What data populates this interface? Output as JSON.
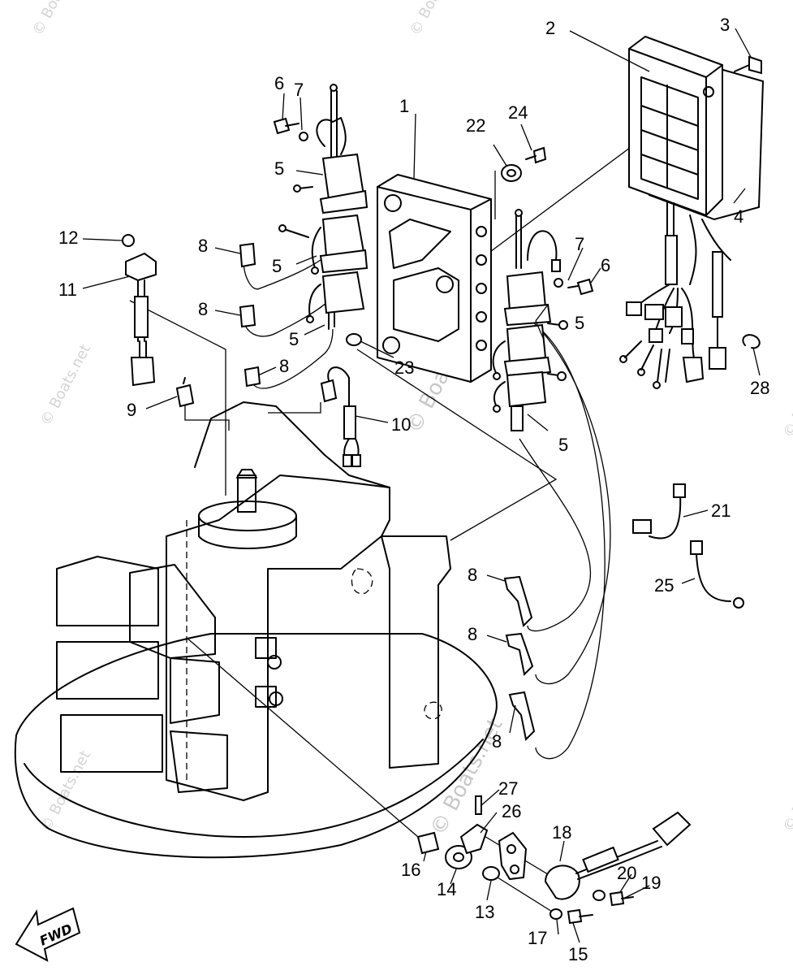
{
  "watermark": "© Boats.net",
  "fwd_label": "FWD",
  "callouts": {
    "p1": "1",
    "p2": "2",
    "p3": "3",
    "p4": "4",
    "p5a": "5",
    "p5b": "5",
    "p5c": "5",
    "p5d": "5",
    "p5e": "5",
    "p6a": "6",
    "p6b": "6",
    "p7a": "7",
    "p7b": "7",
    "p8a": "8",
    "p8b": "8",
    "p8c": "8",
    "p8d": "8",
    "p8e": "8",
    "p8f": "8",
    "p9": "9",
    "p10": "10",
    "p11": "11",
    "p12": "12",
    "p13": "13",
    "p14": "14",
    "p15": "15",
    "p16": "16",
    "p17": "17",
    "p18": "18",
    "p19": "19",
    "p20": "20",
    "p21": "21",
    "p22": "22",
    "p23": "23",
    "p24": "24",
    "p25": "25",
    "p26": "26",
    "p27": "27",
    "p28": "28"
  }
}
